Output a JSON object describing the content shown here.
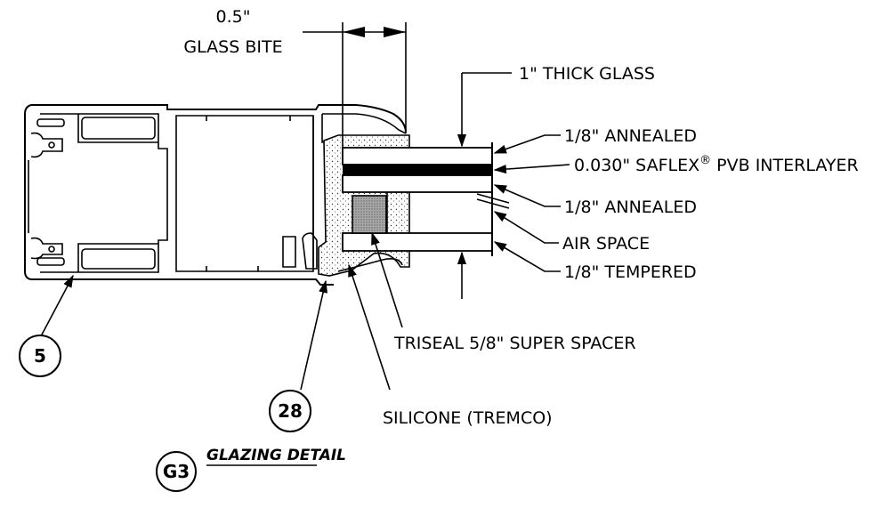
{
  "labels": {
    "bite_value": "0.5\"",
    "bite_label": "GLASS BITE",
    "thick_glass": "1\" THICK GLASS",
    "annealed_top": "1/8\" ANNEALED",
    "interlayer_pre": "0.030\" SAFLEX",
    "interlayer_sup": "®",
    "interlayer_post": " PVB INTERLAYER",
    "annealed_mid": "1/8\" ANNEALED",
    "air_space": "AIR SPACE",
    "tempered": "1/8\" TEMPERED",
    "spacer": "TRISEAL 5/8\" SUPER SPACER",
    "silicone": "SILICONE (TREMCO)"
  },
  "callouts": {
    "frame": "5",
    "stop": "28"
  },
  "detail": {
    "tag": "G3",
    "title": "GLAZING DETAIL"
  }
}
